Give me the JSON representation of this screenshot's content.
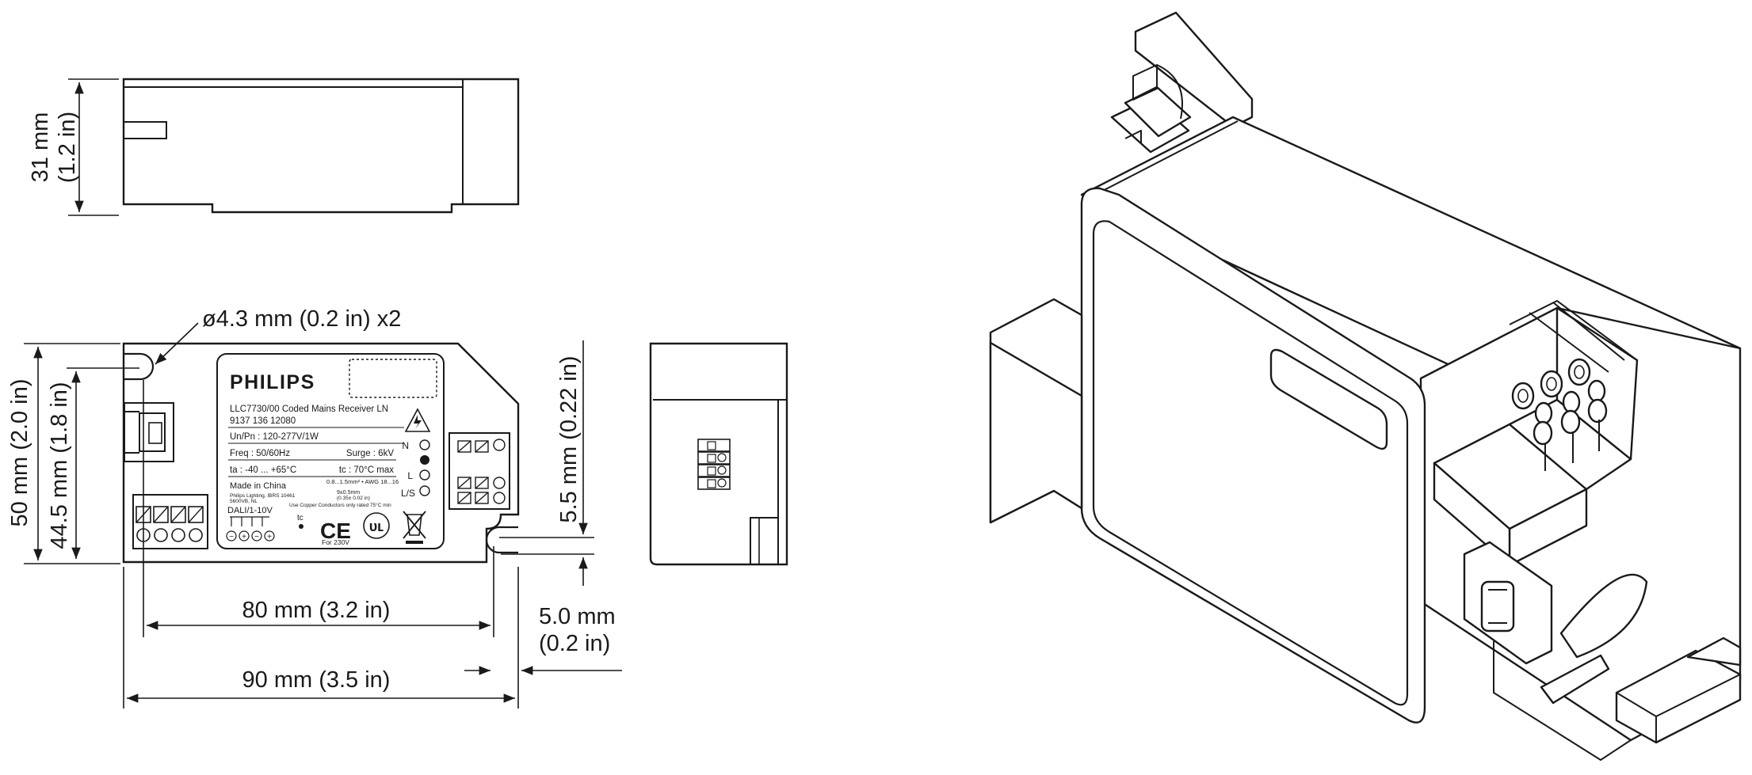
{
  "dimensions": {
    "height_side": [
      "31 mm",
      "(1.2 in)"
    ],
    "hole": "ø4.3 mm (0.2 in) x2",
    "height_total": "50 mm (2.0 in)",
    "height_holes": "44.5 mm (1.8 in)",
    "length_holes": "80 mm (3.2 in)",
    "length_total": "90 mm (3.5 in)",
    "offset_right": [
      "5.0 mm",
      "(0.2 in)"
    ],
    "offset_vertical": "5.5 mm (0.22 in)"
  },
  "product_label": {
    "brand": "PHILIPS",
    "model": "LLC7730/00 Coded Mains Receiver LN",
    "code": "9137 136 12080",
    "rating": "Un/Pn : 120-277V/1W",
    "freq": "Freq : 50/60Hz",
    "surge": "Surge : 6kV",
    "ta": "ta : -40 ... +65°C",
    "tc": "tc : 70°C max",
    "wire_spec": "0.8...1.5mm² • AWG 18...16",
    "strip_spec": "9±0.5mm",
    "strip_in": "(0.35± 0.02 in)",
    "made_in": "Made in China",
    "maker_line1": "Philips Lighting, IBRS 10461",
    "maker_line2": "5600VB, NL",
    "copper_note": "Use Copper Conductors only rated 75°C min",
    "dali": "DALI/1-10V",
    "tc_mark": "tc",
    "voltage_note": "For 230V",
    "terminals": [
      "N",
      "L",
      "L/S"
    ],
    "ce": "CE",
    "ul": "ᴜʟ"
  },
  "colors": {
    "line": "#1a1a1a",
    "background": "#ffffff"
  },
  "icons": [
    "ce-mark-icon",
    "ul-mark-icon",
    "weee-bin-icon",
    "high-voltage-icon"
  ]
}
